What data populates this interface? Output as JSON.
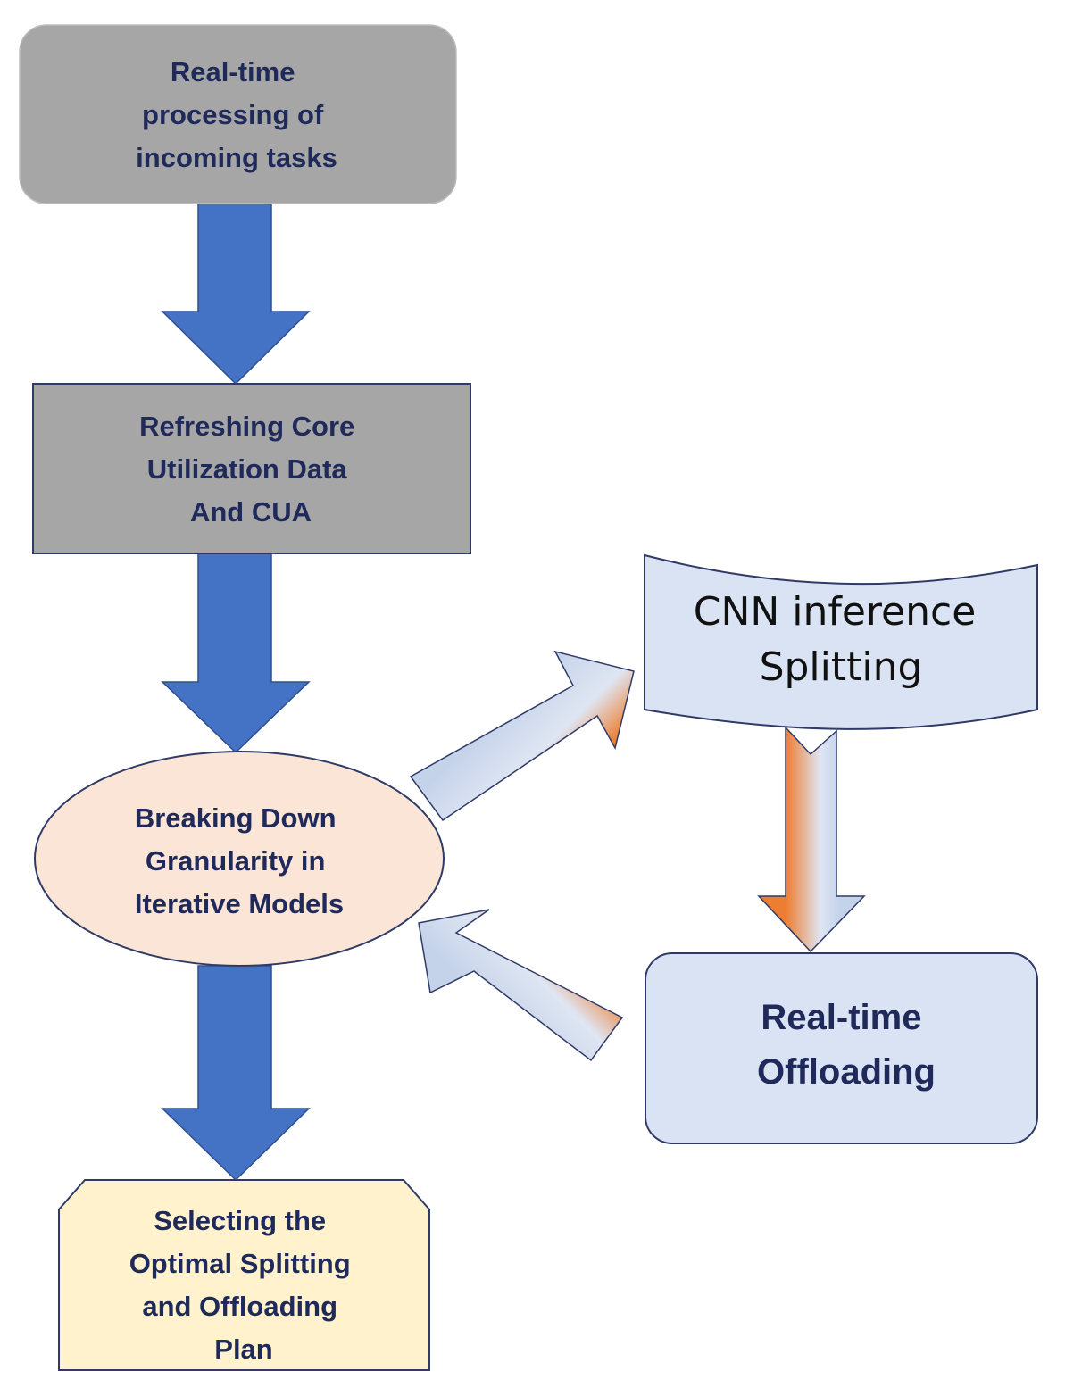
{
  "nodes": {
    "incoming": {
      "lines": [
        "Real-time",
        "processing of",
        "incoming tasks"
      ]
    },
    "refresh": {
      "lines": [
        "Refreshing Core",
        "Utilization Data",
        "And CUA"
      ]
    },
    "breaking": {
      "lines": [
        "Breaking Down",
        "Granularity in",
        "Iterative Models"
      ]
    },
    "cnn": {
      "lines": [
        "CNN inference",
        "Splitting"
      ]
    },
    "offload": {
      "lines": [
        "Real-time",
        "Offloading"
      ]
    },
    "selecting": {
      "lines": [
        "Selecting the",
        "Optimal Splitting",
        "and Offloading",
        "Plan"
      ]
    }
  },
  "colors": {
    "gray_box": "#a6a6a6",
    "blue_arrow": "#4472c4",
    "light_blue": "#dae3f3",
    "peach": "#fbe5d6",
    "light_yellow": "#fff2cc",
    "orange": "#ed7d31",
    "outline": "#2f3b66"
  }
}
